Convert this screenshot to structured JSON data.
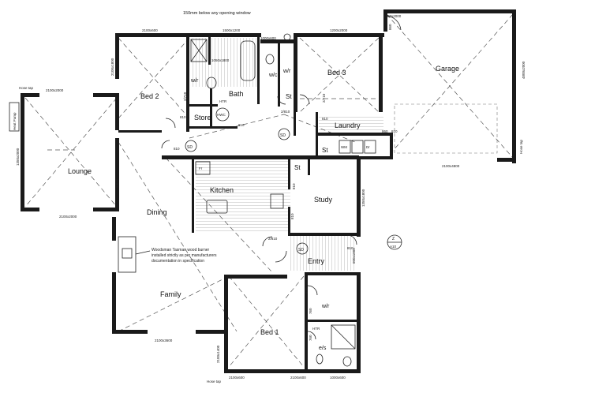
{
  "title_note": "150mm below any opening window",
  "rooms": {
    "bed2": "Bed 2",
    "bath": "Bath",
    "wc": "w/c",
    "wr_bath": "w/r",
    "wr_hall": "w/r",
    "bed3": "Bed 3",
    "garage": "Garage",
    "store": "Store",
    "laundry": "Laundry",
    "lounge": "Lounge",
    "kitchen": "Kitchen",
    "study": "Study",
    "dining": "Dining",
    "family": "Family",
    "entry": "Entry",
    "bed1": "Bed 1",
    "wr_bed1": "w/r",
    "ensuite": "e/s",
    "st1": "St",
    "st2": "St",
    "st3": "St"
  },
  "labels": {
    "hose_tap_top": "Hose tap",
    "hose_tap_bottom": "Hose tap",
    "hose_tap_right": "Hose tap",
    "heat_pump": "Heat Pump",
    "hwc": "HWC",
    "htr_bath": "HTR",
    "htr_es": "HTR",
    "sd1": "SD",
    "sd2": "SD",
    "sd3": "SD",
    "fr": "Fr",
    "wm": "WM",
    "dr": "Dr",
    "section_letter": "Z",
    "section_ref": "A10"
  },
  "burner_note": {
    "line1": "Woodsman Tasman wood burner",
    "line2": "installed strictly as per manufacturers",
    "line3": "documentation in specification"
  },
  "dims": {
    "d1": "2100x600",
    "d2": "1500x1200",
    "d3": "1000x600",
    "d4": "1200x2000",
    "d5": "2100x1800",
    "d6": "2100x2000",
    "d7": "2100x2000",
    "d8": "1350x2000",
    "d9": "2100x4800",
    "d10": "2100x2000",
    "d11": "2100x3600",
    "d12": "2100x600",
    "d13": "1000x600",
    "d14": "2100x1400",
    "d15": "1350x1800",
    "d16": "600x1800",
    "d17": "2100x600",
    "d18": "810",
    "d19": "810",
    "d20": "810",
    "d21": "810",
    "d22": "810",
    "d23": "860",
    "d24": "2/810",
    "d25": "2/710",
    "d26": "2/710",
    "d27": "810",
    "d28": "810",
    "d29": "810",
    "d30": "760",
    "d31": "760",
    "d32": "2/810",
    "d33": "810",
    "d34": "2/810",
    "d35": "2100x600",
    "d36": "4800x2000",
    "d37": "860",
    "d38": "1050x1800"
  }
}
